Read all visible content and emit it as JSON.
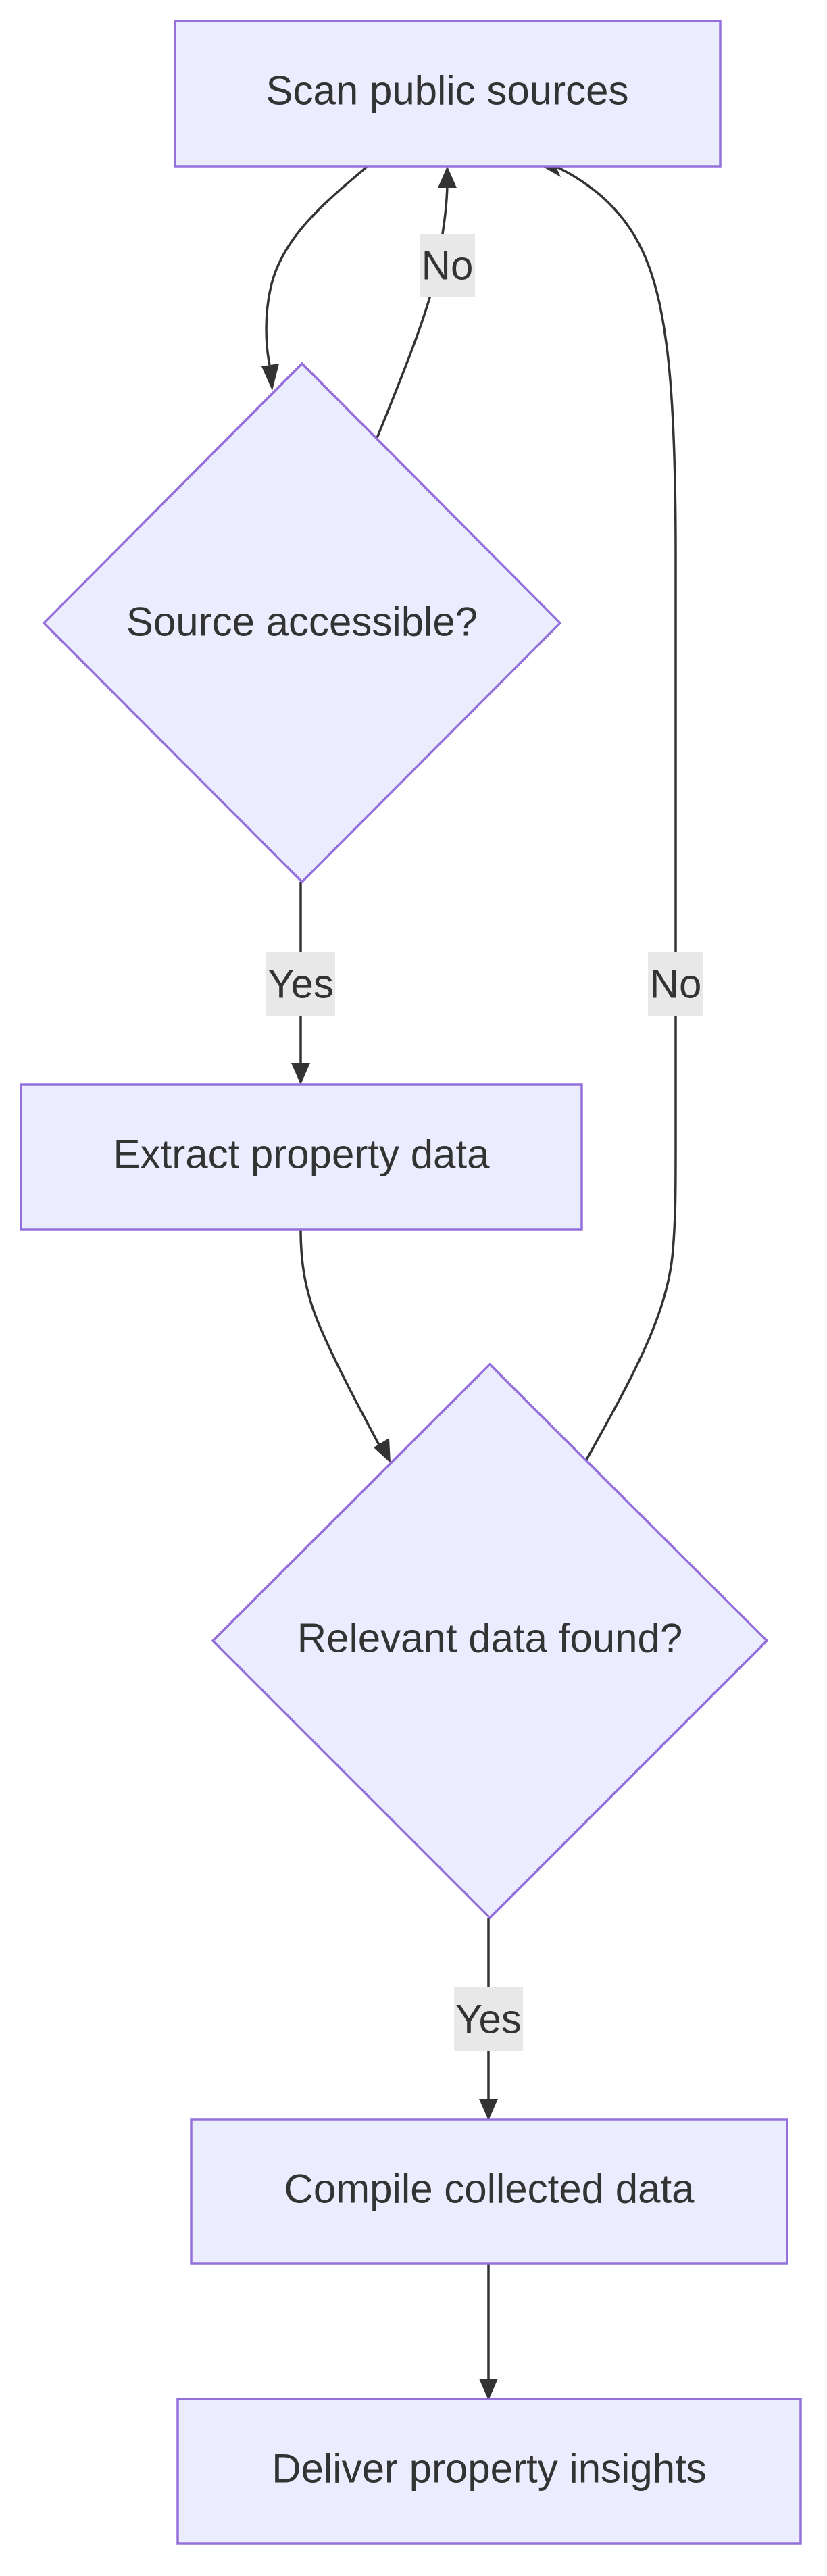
{
  "nodes": {
    "scan": {
      "label": "Scan public sources",
      "shape": "rect"
    },
    "accessible": {
      "label": "Source accessible?",
      "shape": "diamond"
    },
    "extract": {
      "label": "Extract property data",
      "shape": "rect"
    },
    "relevant": {
      "label": "Relevant data found?",
      "shape": "diamond"
    },
    "compile": {
      "label": "Compile collected data",
      "shape": "rect"
    },
    "deliver": {
      "label": "Deliver property insights",
      "shape": "rect"
    }
  },
  "edges": [
    {
      "from": "scan",
      "to": "accessible",
      "label": ""
    },
    {
      "from": "accessible",
      "to": "scan",
      "label": "No"
    },
    {
      "from": "accessible",
      "to": "extract",
      "label": "Yes"
    },
    {
      "from": "extract",
      "to": "relevant",
      "label": ""
    },
    {
      "from": "relevant",
      "to": "scan",
      "label": "No"
    },
    {
      "from": "relevant",
      "to": "compile",
      "label": "Yes"
    },
    {
      "from": "compile",
      "to": "deliver",
      "label": ""
    }
  ],
  "colors": {
    "node_fill": "#ECECFF",
    "node_stroke": "#9370DB",
    "edge": "#333333",
    "label_bg": "#E8E8E8",
    "text": "#333333"
  }
}
